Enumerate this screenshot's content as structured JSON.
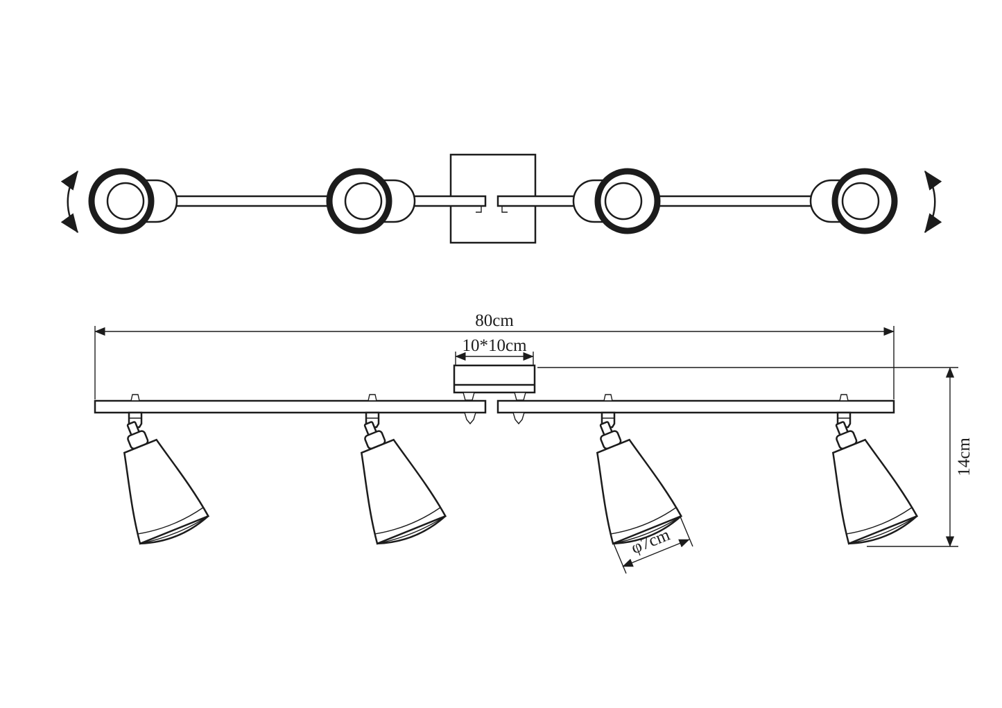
{
  "colors": {
    "line": "#1c1c1c",
    "background": "#ffffff"
  },
  "dimensions": {
    "total_width": "80cm",
    "canopy": "10*10cm",
    "height": "14cm",
    "shade_diameter": "φ7cm"
  },
  "icons": {
    "rotation_arrow_left": "curved-double-ended-arrow",
    "rotation_arrow_right": "curved-double-ended-arrow"
  }
}
